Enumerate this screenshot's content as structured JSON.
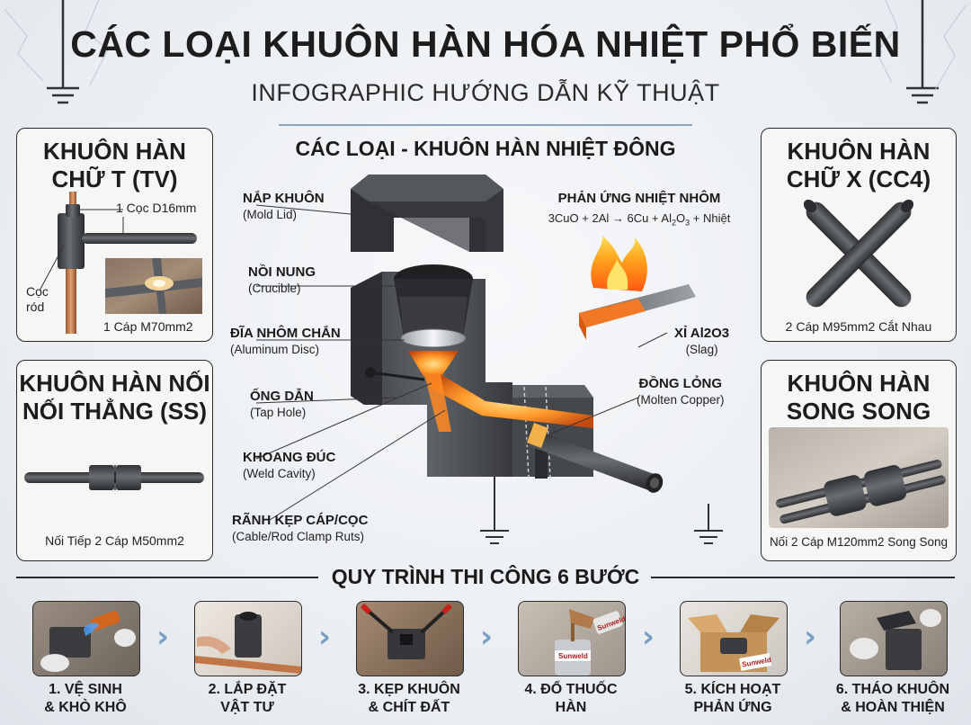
{
  "title": "CÁC LOẠI KHUÔN HÀN HÓA NHIỆT PHỔ BIẾN",
  "subtitle": "INFOGRAPHIC HƯỚNG DẪN KỸ THUẬT",
  "panels": {
    "t_mold": {
      "title_line1": "KHUÔN HÀN",
      "title_line2": "CHỮ T (TV)",
      "label_rod_spec": "1 Cọc D16mm",
      "label_rod_line1": "Cọc",
      "label_rod_line2": "ród",
      "caption": "1 Cáp M70mm2"
    },
    "straight_mold": {
      "title_line1": "KHUÔN HÀN NỐI",
      "title_line2": "NỐI THẲNG (SS)",
      "caption": "Nối Tiếp 2 Cáp M50mm2"
    },
    "x_mold": {
      "title_line1": "KHUÔN HÀN",
      "title_line2": "CHỮ X (CC4)",
      "caption": "2 Cáp M95mm2 Cắt Nhau"
    },
    "parallel_mold": {
      "title_line1": "KHUÔN HÀN",
      "title_line2": "SONG SONG (VV)",
      "caption": "Nối 2 Cáp M120mm2 Song Song"
    }
  },
  "center": {
    "heading": "CÁC LOẠI - KHUÔN HÀN NHIỆT ĐÔNG",
    "reaction_title": "PHẢN ỨNG NHIỆT NHÔM",
    "reaction_part1": "3CuO + 2Al → 6Cu + Al",
    "reaction_sub1": "2",
    "reaction_mid": "O",
    "reaction_sub2": "3",
    "reaction_part2": " + Nhiệt",
    "parts": [
      {
        "vn": "NẮP KHUÔN",
        "en": "(Mold Lid)"
      },
      {
        "vn": "NỒI NUNG",
        "en": "(Crucible)"
      },
      {
        "vn": "ĐĨA NHÔM CHẮN",
        "en": "(Aluminum Disc)"
      },
      {
        "vn": "ỐNG DẪN",
        "en": "(Tap Hole)"
      },
      {
        "vn": "KHOANG ĐÚC",
        "en": "(Weld Cavity)"
      },
      {
        "vn": "RÃNH KẸP CÁP/CỌC",
        "en": "(Cable/Rod Clamp Ruts)"
      },
      {
        "vn": "XỈ Al2O3",
        "en": "(Slag)"
      },
      {
        "vn": "ĐỒNG LỎNG",
        "en": "(Molten Copper)"
      }
    ]
  },
  "process": {
    "heading": "QUY TRÌNH THI CÔNG 6 BƯỚC",
    "brand": "Sunweld",
    "steps": [
      {
        "line1": "1. VỆ SINH",
        "line2": "& KHÒ KHÔ"
      },
      {
        "line1": "2. LẮP ĐẶT",
        "line2": "VẬT TƯ"
      },
      {
        "line1": "3. KẸP KHUÔN",
        "line2": "& CHÍT ĐẤT"
      },
      {
        "line1": "4. ĐỔ THUỐC",
        "line2": "HÀN"
      },
      {
        "line1": "5. KÍCH HOẠT",
        "line2": "PHẢN ỨNG"
      },
      {
        "line1": "6. THÁO KHUÔN",
        "line2": "& HOÀN THIỆN"
      }
    ]
  },
  "colors": {
    "accent_blue": "#7a9fc4",
    "molten": "#f07a1a",
    "mold_gray": "#4a4c50",
    "copper": "#c9784a"
  }
}
